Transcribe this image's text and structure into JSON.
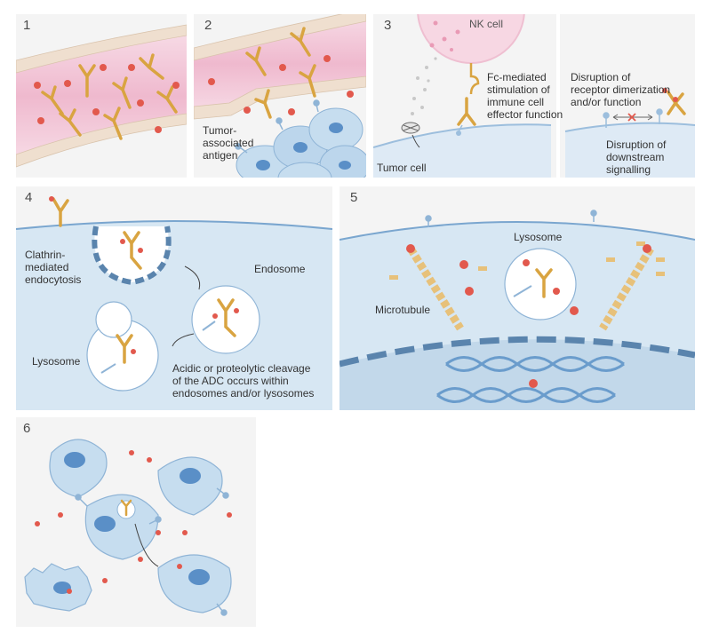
{
  "panels": [
    {
      "number": "1"
    },
    {
      "number": "2",
      "labels": {
        "tumor_antigen": "Tumor-\nassociated\nantigen"
      }
    },
    {
      "number": "3",
      "labels": {
        "nk_cell": "NK cell",
        "fc_mediated": "Fc-mediated\nstimulation of\nimmune cell\neffector function",
        "tumor_cell": "Tumor cell",
        "disruption_receptor": "Disruption of\nreceptor dimerization\nand/or function",
        "disruption_signalling": "Disruption of\ndownstream\nsignalling"
      }
    },
    {
      "number": "4",
      "labels": {
        "clathrin": "Clathrin-\nmediated\nendocytosis",
        "endosome": "Endosome",
        "lysosome": "Lysosome",
        "cleavage": "Acidic or proteolytic cleavage\nof the ADC occurs within\nendosomes and/or lysosomes"
      }
    },
    {
      "number": "5",
      "labels": {
        "lysosome": "Lysosome",
        "microtubule": "Microtubule"
      }
    },
    {
      "number": "6"
    }
  ],
  "colors": {
    "panel_bg": "#f4f4f4",
    "vessel_pink": "#f2c6d7",
    "vessel_wall": "#f0e1d2",
    "cell_blue": "#cde2f1",
    "nucleus_blue": "#5a8fc7",
    "antibody_gold": "#e4b557",
    "payload_red": "#e2594d",
    "nk_pink": "#f7d7e3"
  }
}
